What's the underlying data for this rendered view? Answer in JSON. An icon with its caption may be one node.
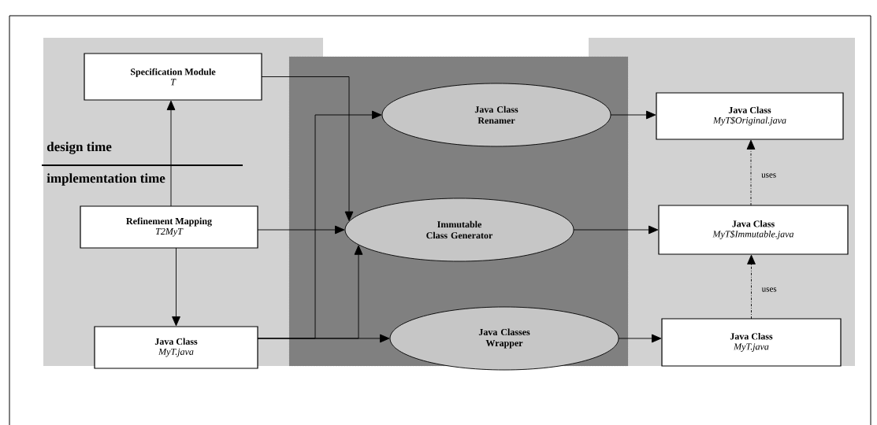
{
  "diagram": {
    "nodes": [
      {
        "text": [
          "Specification Module",
          "T"
        ]
      },
      {
        "text": [
          "Refinement Mapping",
          "T2MyT"
        ]
      },
      {
        "text": [
          "Java Class",
          "MyT.java"
        ]
      },
      {
        "text": [
          "Java Class Renamer"
        ]
      },
      {
        "text": [
          "Immutable Class Generator"
        ]
      },
      {
        "text": [
          "Java Classes Wrapper"
        ]
      },
      {
        "text": [
          "Java Class",
          "MyT$Original.java"
        ]
      },
      {
        "text": [
          "Java Class",
          "MyT$Immutable.java"
        ]
      },
      {
        "text": [
          "Java Class",
          "MyT.java"
        ]
      }
    ],
    "edges": [
      {
        "from": 1,
        "to": 0,
        "arrow": "to"
      },
      {
        "from": 1,
        "to": 2,
        "arrow": "to"
      },
      {
        "from": 0,
        "to": 4,
        "arrow": "to"
      },
      {
        "from": 1,
        "to": 4,
        "arrow": "to"
      },
      {
        "from": 2,
        "to": 3,
        "arrow": "to"
      },
      {
        "from": 2,
        "to": 4,
        "arrow": "to"
      },
      {
        "from": 2,
        "to": 5,
        "arrow": "to"
      },
      {
        "from": 3,
        "to": 6,
        "arrow": "to"
      },
      {
        "from": 4,
        "to": 7,
        "arrow": "to"
      },
      {
        "from": 5,
        "to": 8,
        "arrow": "to"
      },
      {
        "from": 7,
        "to": 6,
        "arrow": "to",
        "label": "uses",
        "style": "dashed"
      },
      {
        "from": 8,
        "to": 7,
        "arrow": "to",
        "label": "uses",
        "style": "dashed"
      }
    ],
    "labels": [
      "design time",
      "implementation time"
    ]
  }
}
